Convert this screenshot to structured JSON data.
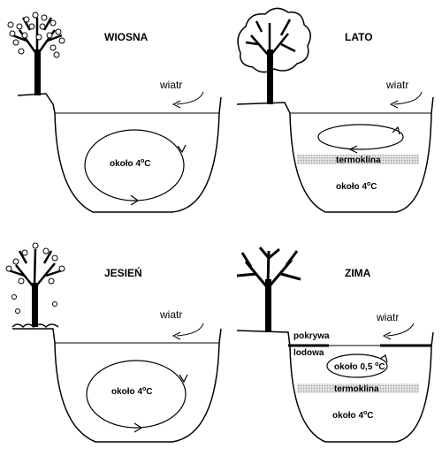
{
  "panels": {
    "spring": {
      "title": "WIOSNA",
      "wind": "wiatr",
      "circulation_temp": {
        "prefix": "około 4",
        "sup": "o",
        "suffix": "C"
      }
    },
    "summer": {
      "title": "LATO",
      "wind": "wiatr",
      "thermocline": "termoklina",
      "deep_temp": {
        "prefix": "około 4",
        "sup": "o",
        "suffix": "C"
      }
    },
    "autumn": {
      "title": "JESIEŃ",
      "wind": "wiatr",
      "circulation_temp": {
        "prefix": "około 4",
        "sup": "o",
        "suffix": "C"
      }
    },
    "winter": {
      "title": "ZIMA",
      "wind": "wiatr",
      "ice_label_1": "pokrywa",
      "ice_label_2": "lodowa",
      "upper_temp": {
        "prefix": "około 0,5 ",
        "sup": "o",
        "suffix": "C"
      },
      "thermocline": "termoklina",
      "deep_temp": {
        "prefix": "około 4",
        "sup": "o",
        "suffix": "C"
      }
    }
  },
  "colors": {
    "ink": "#000000",
    "background": "#ffffff",
    "thermocline": "#cfcfcf"
  }
}
